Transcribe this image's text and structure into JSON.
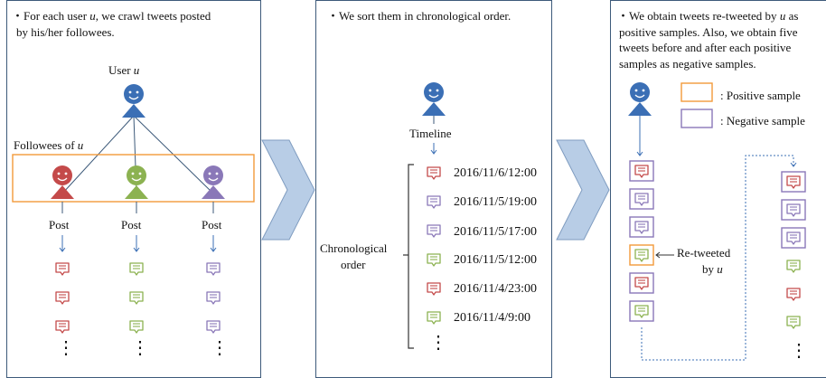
{
  "colors": {
    "blue": "#3b6fb5",
    "red": "#c44a4a",
    "green": "#8cb251",
    "purple": "#8a78b8",
    "orange": "#f39a3a",
    "chevron": "#b8cde6",
    "border": "#3d5a7a"
  },
  "panel1": {
    "description_line1": "・For each user ",
    "description_var": "u",
    "description_line1_end": ", we crawl tweets posted",
    "description_line2": "by his/her followees.",
    "user_label": "User ",
    "user_var": "u",
    "followees_label": "Followees of ",
    "followees_var": "u",
    "post_labels": [
      "Post",
      "Post",
      "Post"
    ],
    "tweet_columns": [
      {
        "color": "red",
        "count": 3
      },
      {
        "color": "green",
        "count": 3
      },
      {
        "color": "purple",
        "count": 3
      }
    ],
    "ellipsis": "⋮"
  },
  "panel2": {
    "description": "・We sort them in chronological order.",
    "timeline_label": "Timeline",
    "chronological_label_1": "Chronological",
    "chronological_label_2": "order",
    "entries": [
      {
        "date": "2016/11/6/12:00",
        "color": "red"
      },
      {
        "date": "2016/11/5/19:00",
        "color": "purple"
      },
      {
        "date": "2016/11/5/17:00",
        "color": "purple"
      },
      {
        "date": "2016/11/5/12:00",
        "color": "green"
      },
      {
        "date": "2016/11/4/23:00",
        "color": "red"
      },
      {
        "date": "2016/11/4/9:00",
        "color": "green"
      }
    ],
    "ellipsis": "⋮"
  },
  "panel3": {
    "description_line1_a": "・We obtain tweets re-tweeted by ",
    "description_var": "u",
    "description_line1_b": " as",
    "description_line2": "positive samples. Also, we obtain five",
    "description_line3": "tweets before and after each positive",
    "description_line4": "samples as negative samples.",
    "legend_positive": ": Positive sample",
    "legend_negative": ": Negative sample",
    "retweeted_label_1": "Re-tweeted",
    "retweeted_label_2": "by ",
    "retweeted_var": "u",
    "left_column": [
      {
        "color": "red",
        "box": "negative"
      },
      {
        "color": "purple",
        "box": "negative"
      },
      {
        "color": "purple",
        "box": "negative"
      },
      {
        "color": "green",
        "box": "positive"
      },
      {
        "color": "red",
        "box": "negative"
      },
      {
        "color": "green",
        "box": "negative"
      }
    ],
    "right_column": [
      {
        "color": "red",
        "box": "negative"
      },
      {
        "color": "purple",
        "box": "negative"
      },
      {
        "color": "purple",
        "box": "negative"
      },
      {
        "color": "green",
        "box": "none"
      },
      {
        "color": "red",
        "box": "none"
      },
      {
        "color": "green",
        "box": "none"
      }
    ],
    "ellipsis": "⋮"
  }
}
